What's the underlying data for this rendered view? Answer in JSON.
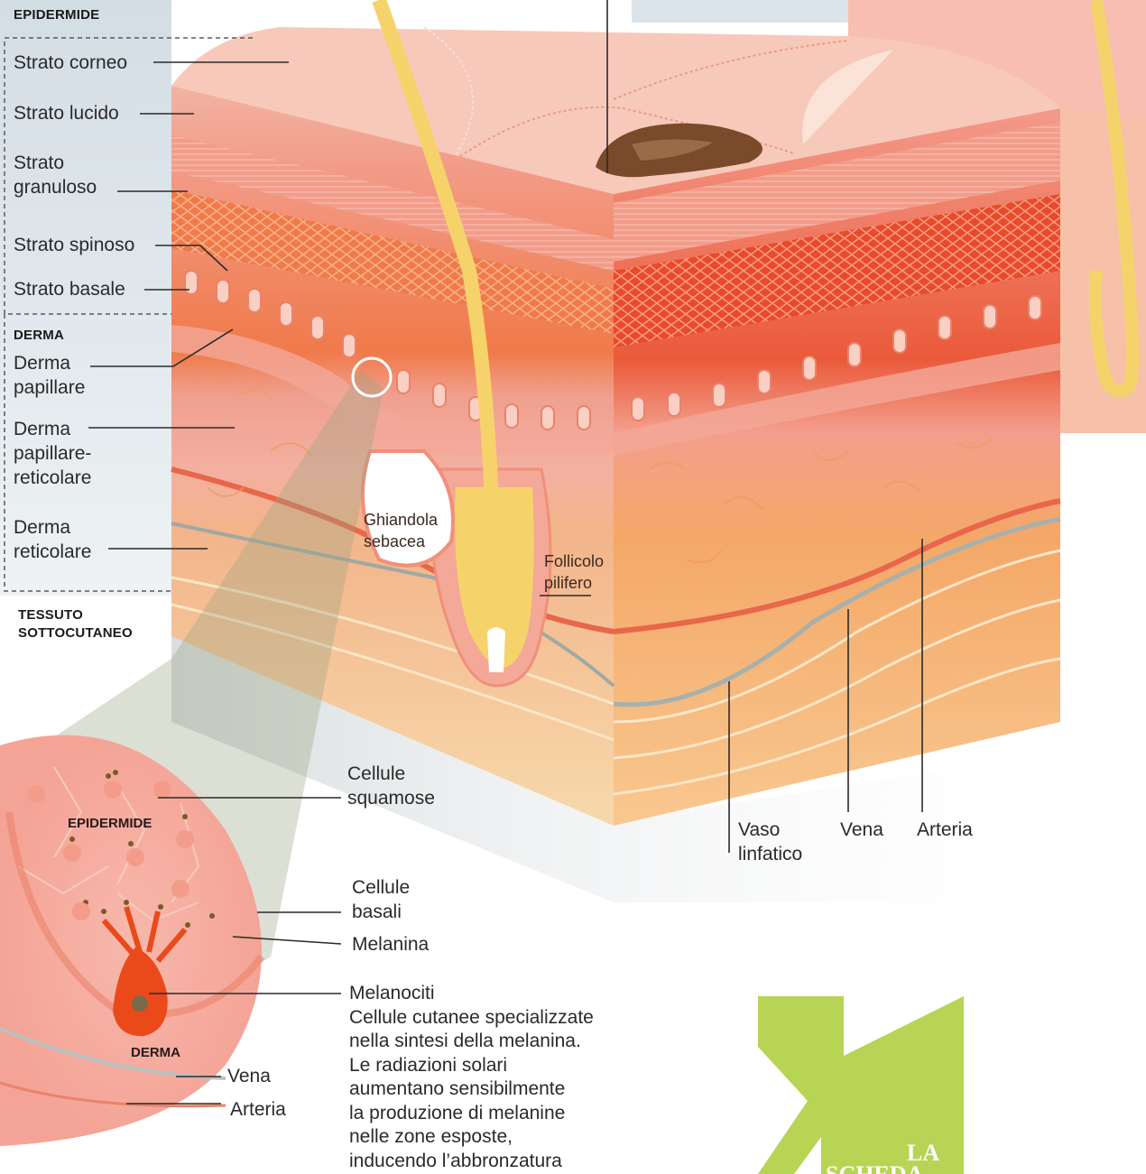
{
  "headings": {
    "epidermide": "EPIDERMIDE",
    "derma": "DERMA",
    "tessuto_line1": "TESSUTO",
    "tessuto_line2": "SOTTOCUTANEO"
  },
  "layer_labels": {
    "strato_corneo": "Strato corneo",
    "strato_lucido": "Strato lucido",
    "strato_granuloso_1": "Strato",
    "strato_granuloso_2": "granuloso",
    "strato_spinoso": "Strato spinoso",
    "strato_basale": "Strato basale",
    "derma_papillare_1": "Derma",
    "derma_papillare_2": "papillare",
    "derma_pap_ret_1": "Derma",
    "derma_pap_ret_2": "papillare-",
    "derma_pap_ret_3": "reticolare",
    "derma_reticolare_1": "Derma",
    "derma_reticolare_2": "reticolare"
  },
  "structure_labels": {
    "ghiandola_1": "Ghiandola",
    "ghiandola_2": "sebacea",
    "follicolo_1": "Follicolo",
    "follicolo_2": "pilifero",
    "vaso_1": "Vaso",
    "vaso_2": "linfatico",
    "vena": "Vena",
    "arteria": "Arteria"
  },
  "detail": {
    "epidermide": "EPIDERMIDE",
    "derma": "DERMA",
    "cellule_squamose_1": "Cellule",
    "cellule_squamose_2": "squamose",
    "cellule_basali_1": "Cellule",
    "cellule_basali_2": "basali",
    "melanina": "Melanina",
    "vena": "Vena",
    "arteria": "Arteria",
    "melanociti_lines": [
      "Melanociti",
      "Cellule cutanee specializzate",
      "nella sintesi della melanina.",
      "Le radiazioni solari",
      "aumentano sensibilmente",
      "la produzione di melanine",
      "nelle zone esposte,",
      "inducendo l’abbronzatura"
    ]
  },
  "logo": {
    "line1": "LA",
    "line2": "SCHEDA"
  },
  "colors": {
    "background": "#ffffff",
    "panel": "#dbe4ea",
    "corneo": "#f4b8aa",
    "spinoso": "#f08a50",
    "derma": "#f6c07a",
    "subcutaneous": "#f8ddb0",
    "melanin": "#7a4a2a",
    "hair": "#f5d36a",
    "logo_green": "#b8d455"
  }
}
